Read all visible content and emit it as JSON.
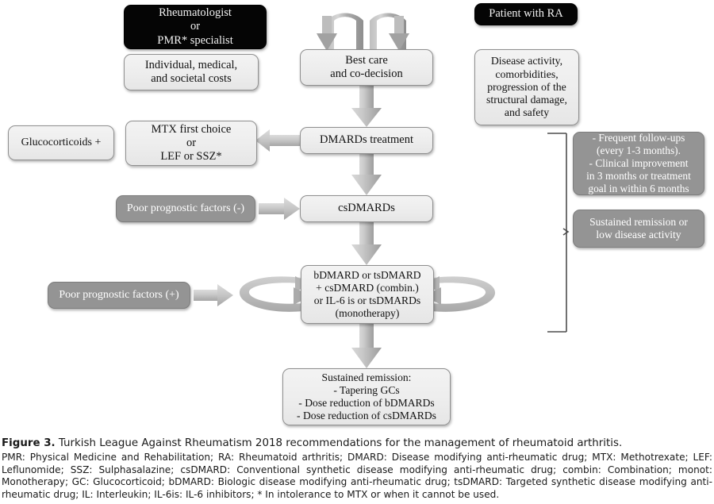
{
  "figure": {
    "label": "Figure 3.",
    "title": "Turkish League Against Rheumatism 2018 recommendations for the management of rheumatoid arthritis.",
    "abbreviations": "PMR: Physical Medicine and Rehabilitation; RA: Rheumatoid arthritis; DMARD: Disease modifying anti-rheumatic drug; MTX: Methotrexate; LEF: Leflunomide; SSZ: Sulphasalazine; csDMARD: Conventional synthetic disease modifying anti-rheumatic drug; combin: Combination; monot: Monotherapy; GC: Glucocorticoid; bDMARD: Biologic disease modifying anti-rheumatic drug; tsDMARD: Targeted synthetic disease modifying anti-rheumatic drug; IL: Interleukin; IL-6is: IL-6 inhibitors; * In intolerance to MTX or when it cannot be used."
  },
  "colors": {
    "dark_node": "#050505",
    "light_node": "#ededed",
    "gray_node": "#949494",
    "arrow": "#b9b9b9",
    "border": "#8f8f8f",
    "text_dark": "#111111",
    "text_light": "#ffffff"
  },
  "nodes": {
    "rheumatologist": {
      "lines": [
        "Rheumatologist",
        "or",
        "PMR* specialist"
      ],
      "style": "dark"
    },
    "costs": {
      "lines": [
        "Individual, medical,",
        "and societal costs"
      ],
      "style": "light"
    },
    "glucocorticoids": {
      "lines": [
        "Glucocorticoids +"
      ],
      "style": "light"
    },
    "mtx": {
      "lines": [
        "MTX first choice",
        "or",
        "LEF or SSZ*"
      ],
      "style": "light"
    },
    "poor_prognostic_neg": {
      "lines": [
        "Poor prognostic factors (-)"
      ],
      "style": "gray"
    },
    "poor_prognostic_pos": {
      "lines": [
        "Poor prognostic factors (+)"
      ],
      "style": "gray"
    },
    "best_care": {
      "lines": [
        "Best care",
        "and co-decision"
      ],
      "style": "light"
    },
    "dmards_treatment": {
      "lines": [
        "DMARDs treatment"
      ],
      "style": "light"
    },
    "csdmards": {
      "lines": [
        "csDMARDs"
      ],
      "style": "light"
    },
    "bdmard": {
      "lines": [
        "bDMARD or tsDMARD",
        "+  csDMARD (combin.)",
        "or IL-6 is or tsDMARDs",
        "(monotherapy)"
      ],
      "style": "light"
    },
    "sustained_remission": {
      "lines": [
        "Sustained remission:",
        "- Tapering GCs",
        "- Dose reduction of bDMARDs",
        "- Dose reduction of csDMARDs"
      ],
      "style": "light"
    },
    "patient": {
      "lines": [
        "Patient with RA"
      ],
      "style": "dark"
    },
    "disease_activity": {
      "lines": [
        "Disease activity,",
        "comorbidities,",
        "progression of the",
        "structural damage,",
        "and safety"
      ],
      "style": "light"
    },
    "follow_up": {
      "lines": [
        "- Frequent follow-ups",
        "(every 1-3 months).",
        "- Clinical improvement",
        "in 3 months or treatment",
        "goal in within 6 months"
      ],
      "style": "gray"
    },
    "remission_status": {
      "lines": [
        "Sustained remission or",
        "low disease activity"
      ],
      "style": "gray"
    }
  },
  "connectors": [
    {
      "name": "curved-arrow-left-to-best-care",
      "kind": "curved-down"
    },
    {
      "name": "curved-arrow-right-to-best-care",
      "kind": "curved-down"
    },
    {
      "name": "arrow-best-care-to-dmards",
      "kind": "down"
    },
    {
      "name": "arrow-dmards-to-mtx",
      "kind": "left"
    },
    {
      "name": "arrow-dmards-to-csdmards",
      "kind": "down"
    },
    {
      "name": "arrow-ppf-neg-to-csdmards",
      "kind": "right"
    },
    {
      "name": "arrow-csdmards-to-bdmard",
      "kind": "down"
    },
    {
      "name": "arrow-ppf-pos-to-bdmard",
      "kind": "right"
    },
    {
      "name": "loop-arrow-left-bdmard",
      "kind": "circular"
    },
    {
      "name": "loop-arrow-right-bdmard",
      "kind": "circular"
    },
    {
      "name": "arrow-bdmard-to-sustained",
      "kind": "down"
    },
    {
      "name": "bracket-right-monitoring",
      "kind": "bracket"
    }
  ]
}
